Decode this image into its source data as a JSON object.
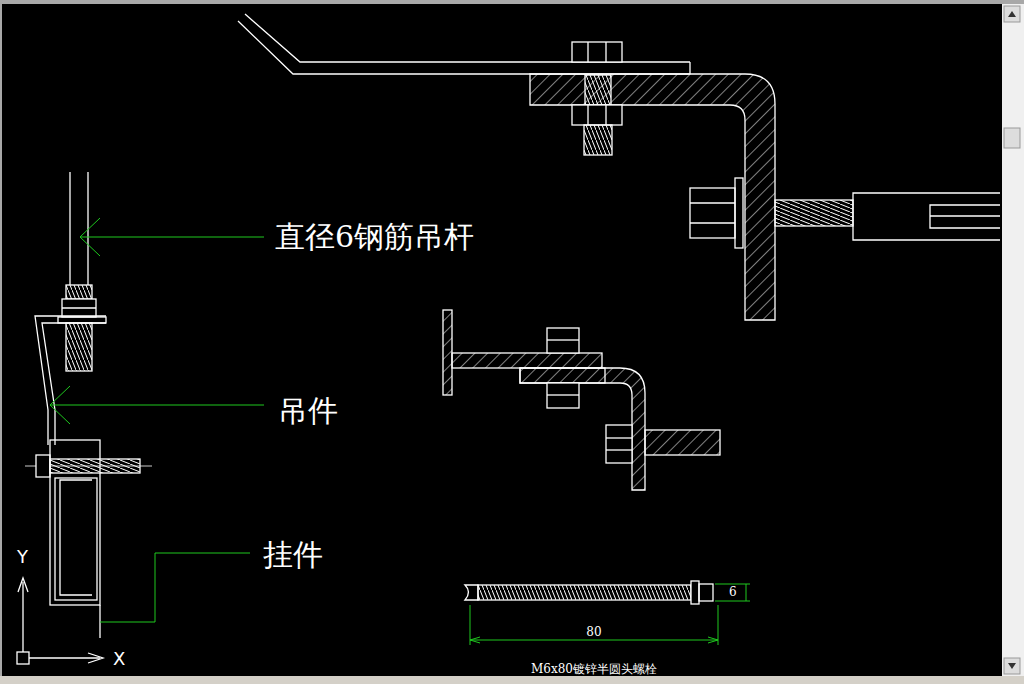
{
  "diagram": {
    "labels": [
      "直径6钢筋吊杆",
      "吊件",
      "挂件",
      "6",
      "80",
      "M6x80镀锌半圆头螺栓",
      "Y",
      "X"
    ]
  }
}
